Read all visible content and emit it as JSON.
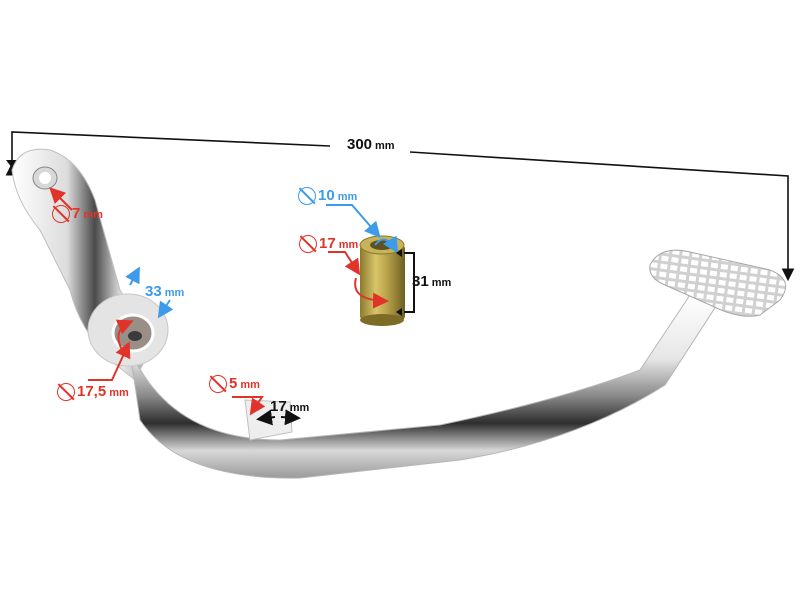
{
  "product": {
    "name": "Brake pedal lever with spacer bushing",
    "colors": {
      "annotation_red": "#e0342a",
      "annotation_blue": "#3d9be9",
      "annotation_black": "#111111",
      "chrome_light": "#f2f2f2",
      "chrome_dark": "#3a3a3a",
      "bushing_gold": "#b8a048"
    }
  },
  "dimensions": {
    "overall_length": {
      "value": "300",
      "unit": "mm",
      "color": "black"
    },
    "top_hole_diameter": {
      "symbol": "diameter",
      "value": "7",
      "unit": "mm",
      "color": "red"
    },
    "pivot_boss_width": {
      "value": "33",
      "unit": "mm",
      "color": "blue"
    },
    "pivot_hole_diameter": {
      "symbol": "diameter",
      "value": "17,5",
      "unit": "mm",
      "color": "red"
    },
    "tab_hole_diameter": {
      "symbol": "diameter",
      "value": "5",
      "unit": "mm",
      "color": "red"
    },
    "tab_width": {
      "value": "17",
      "unit": "mm",
      "color": "black"
    },
    "bushing_inner_diameter": {
      "symbol": "diameter",
      "value": "10",
      "unit": "mm",
      "color": "blue"
    },
    "bushing_outer_diameter": {
      "symbol": "diameter",
      "value": "17",
      "unit": "mm",
      "color": "red"
    },
    "bushing_length": {
      "value": "31",
      "unit": "mm",
      "color": "black"
    }
  }
}
